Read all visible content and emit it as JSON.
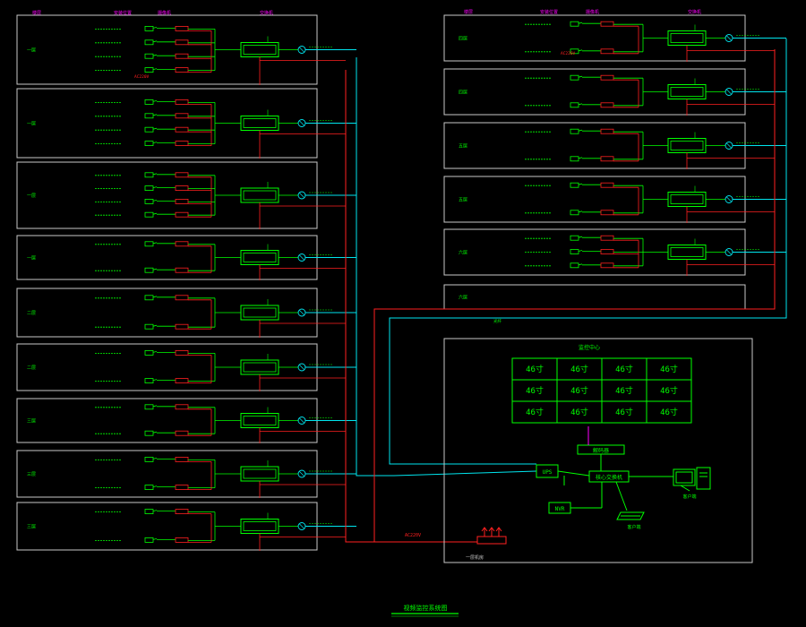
{
  "colors": {
    "background": "#000000",
    "frame": "#c8c8c8",
    "device": "#00ff00",
    "power": "#ff2020",
    "video": "#00e5ee",
    "header": "#ff00ff",
    "label": "#00ff00"
  },
  "title": "视频监控系统图",
  "left_panel": {
    "headers": [
      "楼层",
      "安装位置",
      "摄像机",
      "交换机"
    ],
    "sections": [
      {
        "floor": "一层",
        "cameras": 4,
        "power_note": "AC220V"
      },
      {
        "floor": "一层",
        "cameras": 4
      },
      {
        "floor": "一层",
        "cameras": 4
      },
      {
        "floor": "一层",
        "cameras": 2
      },
      {
        "floor": "二层",
        "cameras": 2
      },
      {
        "floor": "二层",
        "cameras": 2
      },
      {
        "floor": "三层",
        "cameras": 2
      },
      {
        "floor": "三层",
        "cameras": 2
      },
      {
        "floor": "三层",
        "cameras": 2
      }
    ]
  },
  "right_panel": {
    "headers": [
      "楼层",
      "安装位置",
      "摄像机",
      "交换机"
    ],
    "sections": [
      {
        "floor": "四层",
        "cameras": 2,
        "power_note": "AC220V"
      },
      {
        "floor": "四层",
        "cameras": 2
      },
      {
        "floor": "五层",
        "cameras": 2
      },
      {
        "floor": "五层",
        "cameras": 2
      },
      {
        "floor": "六层",
        "cameras": 3
      },
      {
        "floor": "六层",
        "cameras": 0
      }
    ]
  },
  "control_room": {
    "title": "监控中心",
    "wall_cells": [
      "46寸",
      "46寸",
      "46寸",
      "46寸",
      "46寸",
      "46寸",
      "46寸",
      "46寸",
      "46寸",
      "46寸",
      "46寸",
      "46寸"
    ],
    "decoder_label": "解码器",
    "core_switch_label": "核心交换机",
    "storage_label": "NVR",
    "client_label": "客户端",
    "fiber_label": "光纤",
    "ups_label": "UPS",
    "room_label": "一层机房",
    "power_label": "AC220V"
  }
}
